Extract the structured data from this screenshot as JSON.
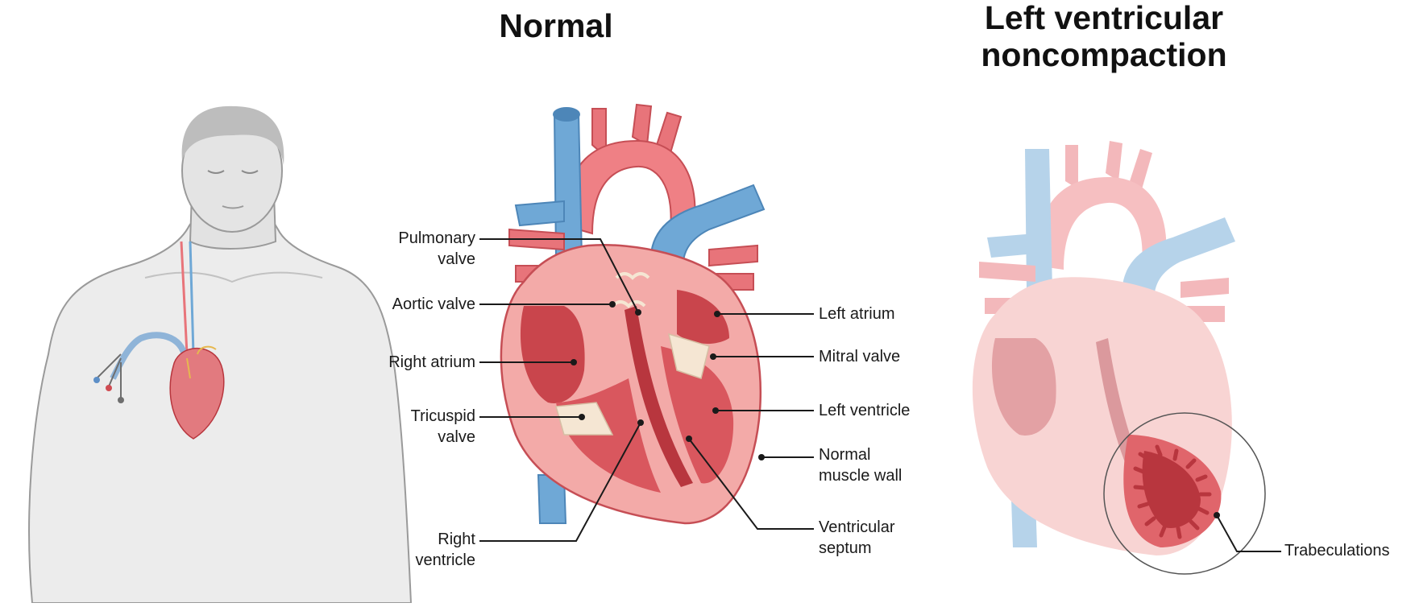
{
  "titles": {
    "normal": "Normal",
    "lvnc_line1": "Left ventricular",
    "lvnc_line2": "noncompaction"
  },
  "labels": {
    "pulmonary_valve_1": "Pulmonary",
    "pulmonary_valve_2": "valve",
    "aortic_valve": "Aortic valve",
    "right_atrium": "Right atrium",
    "tricuspid_valve_1": "Tricuspid",
    "tricuspid_valve_2": "valve",
    "right_ventricle_1": "Right",
    "right_ventricle_2": "ventricle",
    "left_atrium": "Left atrium",
    "mitral_valve": "Mitral valve",
    "left_ventricle": "Left ventricle",
    "normal_muscle_wall_1": "Normal",
    "normal_muscle_wall_2": "muscle wall",
    "ventricular_septum_1": "Ventricular",
    "ventricular_septum_2": "septum",
    "trabeculations": "Trabeculations"
  },
  "colors": {
    "vein_blue": "#6fa8d6",
    "artery_red": "#e8747a",
    "muscle": "#d9575e",
    "muscle_dark": "#b8363e",
    "chamber": "#c9454c",
    "valve_cream": "#f5e6d3",
    "body_gray": "#e6e6e6",
    "body_outline": "#8a8a8a"
  }
}
